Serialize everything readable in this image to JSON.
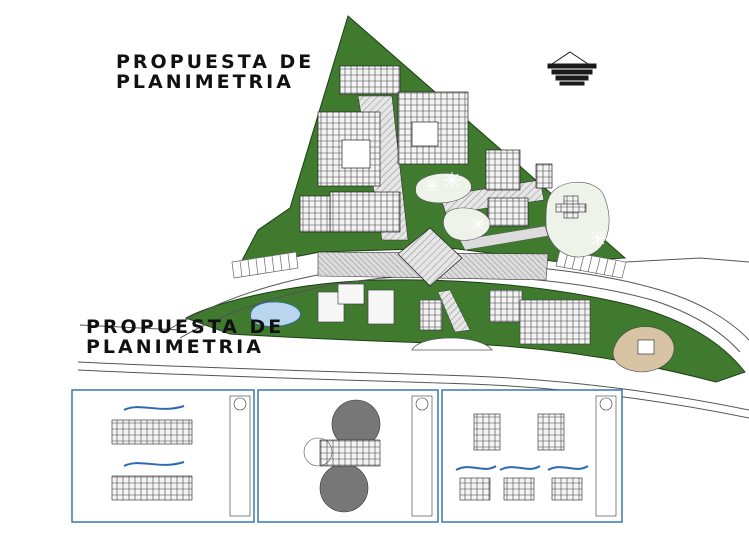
{
  "title": {
    "line1": "PROPUESTA DE",
    "line2": "PLANIMETRIA"
  },
  "subtitle": {
    "line1": "PROPUESTA DE",
    "line2": "PLANIMETRIA"
  },
  "colors": {
    "grass": "#3f7a2f",
    "grass_dark": "#2f5f22",
    "hatch": "#c9c9c9",
    "sheet_border": "#2a6bb0",
    "lagoon": "#b9d6ee",
    "sand": "#d8c3a5"
  },
  "icons": [
    "north-compass-icon",
    "tree-symbol-icon"
  ]
}
